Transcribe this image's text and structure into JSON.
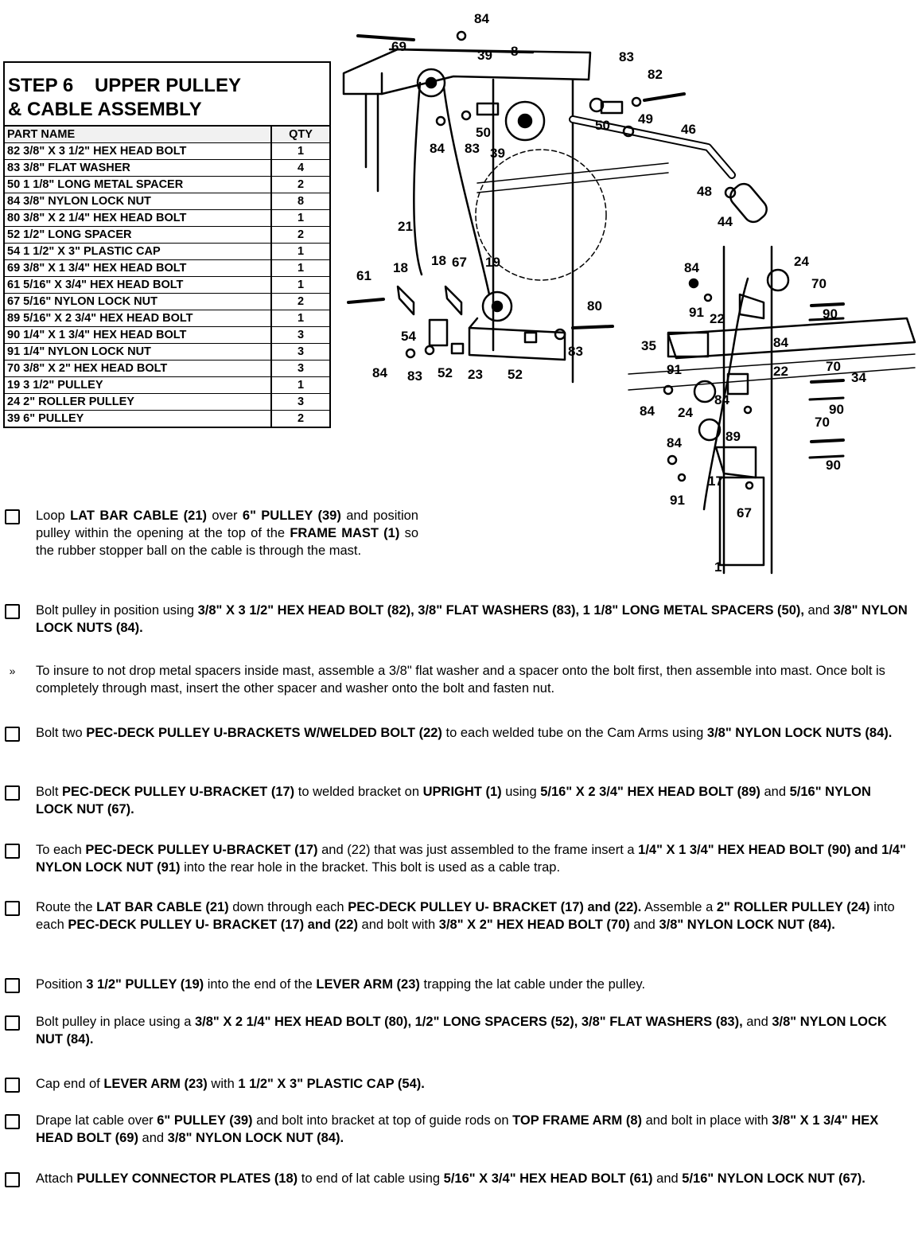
{
  "parts_table": {
    "title_line1": "STEP 6    UPPER PULLEY",
    "title_line2": "& CABLE ASSEMBLY",
    "col_part": "PART NAME",
    "col_qty": "QTY",
    "rows": [
      {
        "part": "82  3/8\" X 3 1/2\"  HEX HEAD BOLT",
        "qty": "1"
      },
      {
        "part": "83  3/8\" FLAT WASHER",
        "qty": "4"
      },
      {
        "part": "50  1 1/8\" LONG METAL SPACER",
        "qty": "2"
      },
      {
        "part": "84  3/8\" NYLON LOCK NUT",
        "qty": "8"
      },
      {
        "part": "80  3/8\" X 2 1/4\" HEX HEAD BOLT",
        "qty": "1"
      },
      {
        "part": "52  1/2\" LONG SPACER",
        "qty": "2"
      },
      {
        "part": "54  1 1/2\" X 3\" PLASTIC CAP",
        "qty": "1"
      },
      {
        "part": "69  3/8\" X 1 3/4\" HEX HEAD BOLT",
        "qty": "1"
      },
      {
        "part": "61  5/16\" X 3/4\" HEX HEAD BOLT",
        "qty": "1"
      },
      {
        "part": "67  5/16\" NYLON LOCK NUT",
        "qty": "2"
      },
      {
        "part": "89  5/16\" X 2 3/4\" HEX HEAD BOLT",
        "qty": "1"
      },
      {
        "part": "90  1/4\" X 1 3/4\" HEX HEAD BOLT",
        "qty": "3"
      },
      {
        "part": "91  1/4\" NYLON LOCK NUT",
        "qty": "3"
      },
      {
        "part": "70  3/8\" X 2\" HEX HEAD BOLT",
        "qty": "3"
      },
      {
        "part": "19  3 1/2\" PULLEY",
        "qty": "1"
      },
      {
        "part": "24  2\" ROLLER PULLEY",
        "qty": "3"
      },
      {
        "part": "39  6\" PULLEY",
        "qty": "2"
      }
    ]
  },
  "diagram_labels": {
    "l84a": "84",
    "l69": "69",
    "l39a": "39",
    "l8": "8",
    "l83a": "83",
    "l82": "82",
    "l50a": "50",
    "l50b": "50",
    "l49": "49",
    "l46": "46",
    "l84b": "84",
    "l83b": "83",
    "l39b": "39",
    "l48": "48",
    "l44": "44",
    "l21": "21",
    "l61": "61",
    "l18a": "18",
    "l18b": "18",
    "l67a": "67",
    "l19": "19",
    "l80": "80",
    "l54": "54",
    "l83c": "83",
    "l84c": "84",
    "l83d": "83",
    "l52a": "52",
    "l23": "23",
    "l52b": "52",
    "l84d": "84",
    "l24a": "24",
    "l70a": "70",
    "l91a": "91",
    "l22a": "22",
    "l90a": "90",
    "l35": "35",
    "l84e": "84",
    "l91b": "91",
    "l22b": "22",
    "l70b": "70",
    "l34": "34",
    "l84f": "84",
    "l84g": "84",
    "l24b": "24",
    "l90b": "90",
    "l70c": "70",
    "l89": "89",
    "l84h": "84",
    "l90c": "90",
    "l17": "17",
    "l91c": "91",
    "l67b": "67",
    "l1": "1"
  },
  "steps": [
    {
      "segments": [
        {
          "t": "Loop ",
          "b": false
        },
        {
          "t": "LAT BAR CABLE (21)",
          "b": true
        },
        {
          "t": " over ",
          "b": false
        },
        {
          "t": "6\" PULLEY (39)",
          "b": true
        },
        {
          "t": " and position pulley within the opening at the top of the ",
          "b": false
        },
        {
          "t": "FRAME MAST (1)",
          "b": true
        },
        {
          "t": " so the rubber stopper ball on the cable is through the mast.",
          "b": false
        }
      ]
    },
    {
      "segments": [
        {
          "t": "Bolt pulley in position using ",
          "b": false
        },
        {
          "t": "3/8\" X 3 1/2\" HEX HEAD BOLT (82), 3/8\" FLAT WASHERS (83), 1 1/8\" LONG METAL SPACERS (50),",
          "b": true
        },
        {
          "t": " and ",
          "b": false
        },
        {
          "t": "3/8\" NYLON LOCK NUTS (84).",
          "b": true
        }
      ]
    },
    {
      "segments": [
        {
          "t": "To insure to not drop metal spacers inside mast, assemble a 3/8\" flat washer and a spacer onto the bolt first, then assemble into mast.  Once bolt is completely through mast, insert the other spacer and washer onto the bolt and fasten nut.",
          "b": false
        }
      ]
    },
    {
      "segments": [
        {
          "t": "Bolt two ",
          "b": false
        },
        {
          "t": "PEC-DECK PULLEY U-BRACKETS W/WELDED BOLT (22)",
          "b": true
        },
        {
          "t": " to each welded tube on the Cam Arms using ",
          "b": false
        },
        {
          "t": "3/8\" NYLON LOCK NUTS (84).",
          "b": true
        }
      ]
    },
    {
      "segments": [
        {
          "t": "Bolt ",
          "b": false
        },
        {
          "t": "PEC-DECK PULLEY U-BRACKET (17)",
          "b": true
        },
        {
          "t": " to welded bracket on ",
          "b": false
        },
        {
          "t": "UPRIGHT (1)",
          "b": true
        },
        {
          "t": " using ",
          "b": false
        },
        {
          "t": "5/16\" X 2 3/4\" HEX HEAD BOLT (89)",
          "b": true
        },
        {
          "t": " and ",
          "b": false
        },
        {
          "t": "5/16\" NYLON LOCK NUT (67).",
          "b": true
        }
      ]
    },
    {
      "segments": [
        {
          "t": "To each ",
          "b": false
        },
        {
          "t": "PEC-DECK PULLEY U-BRACKET (17)",
          "b": true
        },
        {
          "t": " and (22) that was just assembled to the frame insert a ",
          "b": false
        },
        {
          "t": "1/4\" X 1 3/4\" HEX HEAD BOLT (90) and 1/4\" NYLON LOCK NUT (91)",
          "b": true
        },
        {
          "t": " into the rear hole in the bracket.  This bolt is used as a cable trap.",
          "b": false
        }
      ]
    },
    {
      "segments": [
        {
          "t": "Route the ",
          "b": false
        },
        {
          "t": "LAT BAR CABLE (21)",
          "b": true
        },
        {
          "t": " down through each ",
          "b": false
        },
        {
          "t": "PEC-DECK PULLEY U- BRACKET (17) and (22).",
          "b": true
        },
        {
          "t": "  Assemble a ",
          "b": false
        },
        {
          "t": "2\" ROLLER PULLEY (24)",
          "b": true
        },
        {
          "t": " into each ",
          "b": false
        },
        {
          "t": "PEC-DECK PULLEY U- BRACKET (17) and (22)",
          "b": true
        },
        {
          "t": " and bolt with ",
          "b": false
        },
        {
          "t": "3/8\" X 2\" HEX HEAD BOLT (70)",
          "b": true
        },
        {
          "t": " and ",
          "b": false
        },
        {
          "t": "3/8\" NYLON LOCK NUT (84).",
          "b": true
        }
      ]
    },
    {
      "segments": [
        {
          "t": "Position ",
          "b": false
        },
        {
          "t": "3 1/2\" PULLEY (19)",
          "b": true
        },
        {
          "t": " into the end of the ",
          "b": false
        },
        {
          "t": "LEVER ARM (23)",
          "b": true
        },
        {
          "t": " trapping the lat cable under the pulley.",
          "b": false
        }
      ]
    },
    {
      "segments": [
        {
          "t": "Bolt pulley in place using a ",
          "b": false
        },
        {
          "t": "3/8\" X 2 1/4\" HEX HEAD BOLT (80), 1/2\" LONG SPACERS (52), 3/8\" FLAT WASHERS (83),",
          "b": true
        },
        {
          "t": " and ",
          "b": false
        },
        {
          "t": "3/8\" NYLON LOCK NUT (84).",
          "b": true
        }
      ]
    },
    {
      "segments": [
        {
          "t": "Cap end of ",
          "b": false
        },
        {
          "t": "LEVER ARM (23)",
          "b": true
        },
        {
          "t": " with ",
          "b": false
        },
        {
          "t": "1 1/2\" X 3\" PLASTIC CAP (54).",
          "b": true
        }
      ]
    },
    {
      "segments": [
        {
          "t": "Drape lat cable over ",
          "b": false
        },
        {
          "t": "6\" PULLEY (39)",
          "b": true
        },
        {
          "t": " and bolt into bracket at top of guide rods on ",
          "b": false
        },
        {
          "t": "TOP FRAME ARM (8)",
          "b": true
        },
        {
          "t": " and bolt in place with ",
          "b": false
        },
        {
          "t": "3/8\" X 1 3/4\" HEX HEAD BOLT (69)",
          "b": true
        },
        {
          "t": " and ",
          "b": false
        },
        {
          "t": "3/8\" NYLON LOCK NUT (84).",
          "b": true
        }
      ]
    },
    {
      "segments": [
        {
          "t": "Attach ",
          "b": false
        },
        {
          "t": "PULLEY CONNECTOR PLATES (18)",
          "b": true
        },
        {
          "t": " to end of lat cable using ",
          "b": false
        },
        {
          "t": "5/16\" X 3/4\" HEX HEAD BOLT (61)",
          "b": true
        },
        {
          "t": " and ",
          "b": false
        },
        {
          "t": "5/16\" NYLON LOCK NUT (67).",
          "b": true
        }
      ]
    }
  ]
}
